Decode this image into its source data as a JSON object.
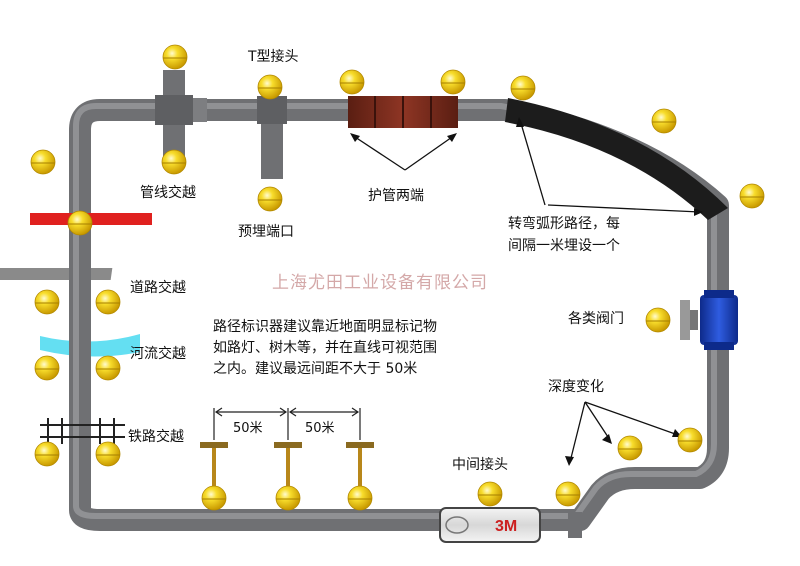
{
  "labels": {
    "t_joint": "T型接头",
    "pipe_crossing": "管线交越",
    "reserved_port": "预埋端口",
    "protective_tube_ends": "护管两端",
    "curve_line1": "转弯弧形路径，每",
    "curve_line2": "间隔一米埋设一个",
    "road_crossing": "道路交越",
    "river_crossing": "河流交越",
    "railway_crossing": "铁路交越",
    "valves": "各类阀门",
    "depth_change": "深度变化",
    "middle_joint": "中间接头",
    "spacing_1": "50米",
    "spacing_2": "50米",
    "brand_mark": "3M"
  },
  "note": {
    "line1": "路径标识器建议靠近地面明显标记物",
    "line2": "如路灯、树木等，并在直线可视范围",
    "line3": "之内。建议最远间距不大于 50米"
  },
  "watermark": "上海尤田工业设备有限公司",
  "colors": {
    "pipe": "#6f7073",
    "pipe_light": "#a6a7aa",
    "marker_ball": "#f5d21a",
    "marker_ball_dark": "#c99a00",
    "valve": "#1b3fb3",
    "crossing_red": "#e0211f",
    "river": "#64dff2",
    "road": "#8a8a8a",
    "protective_tube": "#7a2a1c",
    "brand_red": "#cc1f1f"
  }
}
